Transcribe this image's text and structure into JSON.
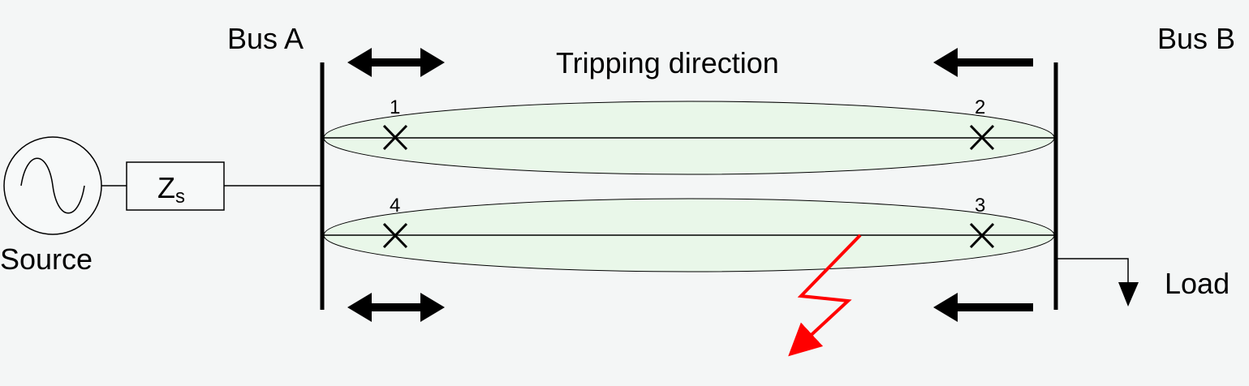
{
  "labels": {
    "bus_a": "Bus A",
    "bus_b": "Bus B",
    "tripping_direction": "Tripping direction",
    "source": "Source",
    "impedance_main": "Z",
    "impedance_sub": "s",
    "load": "Load",
    "breakers": [
      "1",
      "2",
      "3",
      "4"
    ]
  },
  "colors": {
    "background": "#f4f6f6",
    "zone_fill": "#e9f7e9",
    "line": "#000000",
    "fault": "#ff0000"
  }
}
